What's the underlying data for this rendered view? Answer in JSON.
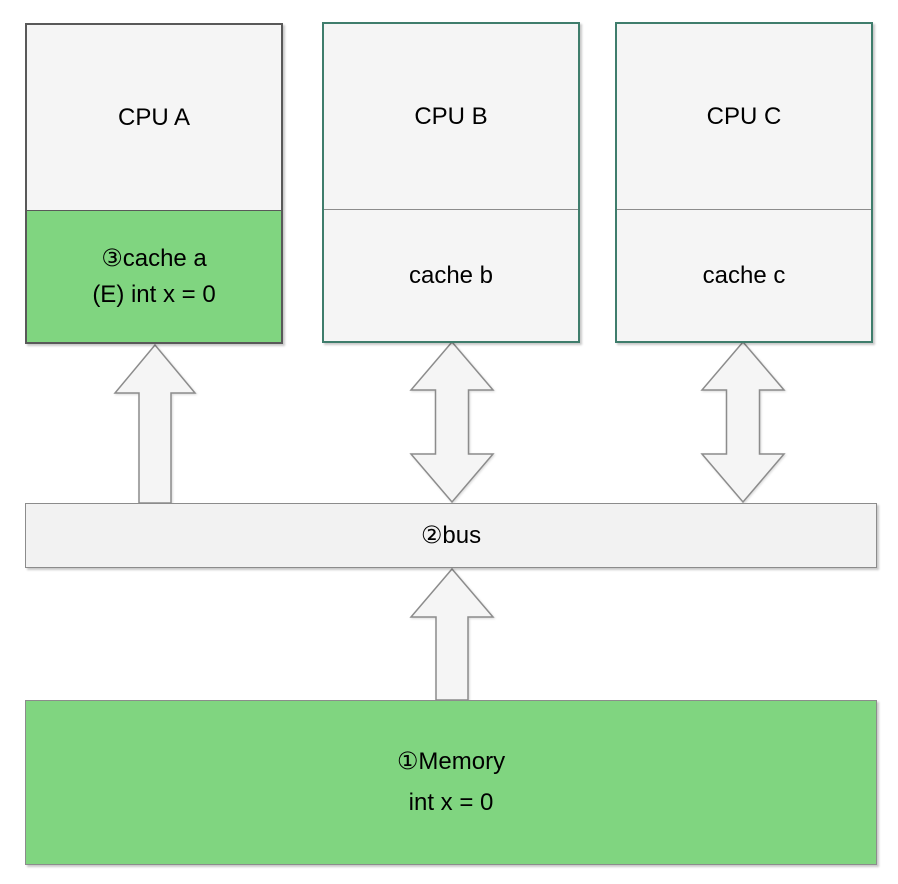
{
  "colors": {
    "highlight_green": "#80d580",
    "node_fill": "#f5f5f5",
    "teal_border": "#3f7d6c",
    "dark_border": "#595959",
    "gray_border": "#8c8c8c",
    "arrow_fill": "#f5f5f5"
  },
  "nodes": {
    "cpu_a": {
      "label": "CPU A"
    },
    "cache_a": {
      "line1": "③cache a",
      "line2": "(E) int x = 0"
    },
    "cpu_b": {
      "label": "CPU B"
    },
    "cache_b": {
      "label": "cache b"
    },
    "cpu_c": {
      "label": "CPU C"
    },
    "cache_c": {
      "label": "cache c"
    },
    "bus": {
      "label": "②bus"
    },
    "memory": {
      "line1": "①Memory",
      "line2": "int x = 0"
    }
  },
  "icons": {
    "arrow_cache_a_bus": "single-up-arrow",
    "arrow_cache_b_bus": "double-vertical-arrow",
    "arrow_cache_c_bus": "double-vertical-arrow",
    "arrow_memory_bus": "single-up-arrow"
  }
}
